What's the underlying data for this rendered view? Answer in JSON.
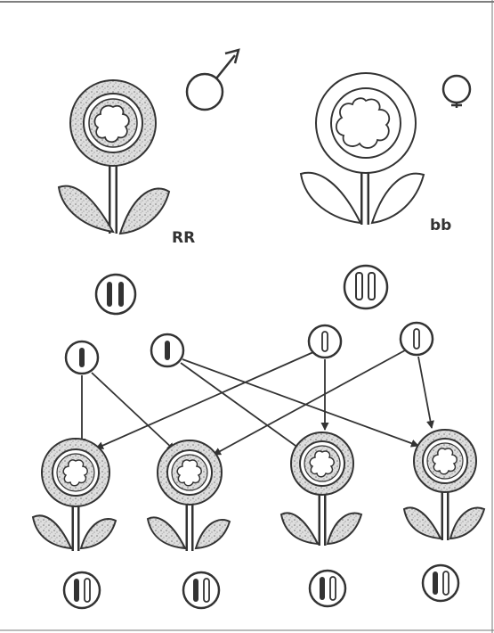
{
  "parents": {
    "male": {
      "symbol": "male-symbol",
      "genotype_label": "RR",
      "flower_shading": "speckled",
      "chromosomes": [
        "filled",
        "filled"
      ]
    },
    "female": {
      "symbol": "female-symbol",
      "genotype_label": "bb",
      "flower_shading": "plain",
      "chromosomes": [
        "hollow",
        "hollow"
      ]
    }
  },
  "gametes": [
    {
      "chromosome": "filled"
    },
    {
      "chromosome": "filled"
    },
    {
      "chromosome": "hollow"
    },
    {
      "chromosome": "hollow"
    }
  ],
  "offspring": [
    {
      "chromosomes": [
        "filled",
        "hollow"
      ],
      "flower_shading": "speckled"
    },
    {
      "chromosomes": [
        "filled",
        "hollow"
      ],
      "flower_shading": "speckled"
    },
    {
      "chromosomes": [
        "filled",
        "hollow"
      ],
      "flower_shading": "speckled"
    },
    {
      "chromosomes": [
        "filled",
        "hollow"
      ],
      "flower_shading": "speckled"
    }
  ],
  "crosses": [
    {
      "from_gamete": 0,
      "to_offspring": 0
    },
    {
      "from_gamete": 0,
      "to_offspring": 1
    },
    {
      "from_gamete": 1,
      "to_offspring": 2
    },
    {
      "from_gamete": 1,
      "to_offspring": 3
    },
    {
      "from_gamete": 2,
      "to_offspring": 0
    },
    {
      "from_gamete": 2,
      "to_offspring": 2
    },
    {
      "from_gamete": 3,
      "to_offspring": 1
    },
    {
      "from_gamete": 3,
      "to_offspring": 3
    }
  ],
  "colors": {
    "ink": "#333333",
    "shade": "#c9c9c9",
    "paper": "#ffffff"
  }
}
